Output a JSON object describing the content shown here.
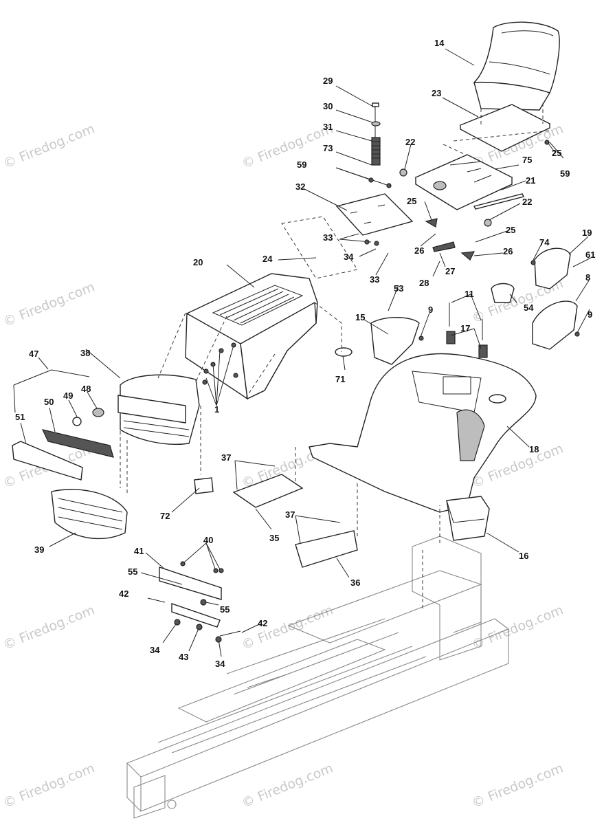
{
  "watermark": {
    "text": "© Firedog.com"
  },
  "callouts": {
    "c1": "1",
    "c8": "8",
    "c9a": "9",
    "c9b": "9",
    "c11": "11",
    "c14": "14",
    "c15": "15",
    "c16": "16",
    "c17": "17",
    "c18": "18",
    "c19": "19",
    "c20": "20",
    "c21": "21",
    "c22a": "22",
    "c22b": "22",
    "c23": "23",
    "c24": "24",
    "c25a": "25",
    "c25b": "25",
    "c25c": "25",
    "c26a": "26",
    "c26b": "26",
    "c27": "27",
    "c28": "28",
    "c29": "29",
    "c30": "30",
    "c31": "31",
    "c32": "32",
    "c33a": "33",
    "c33b": "33",
    "c34a": "34",
    "c34b": "34",
    "c34c": "34",
    "c35": "35",
    "c36": "36",
    "c37a": "37",
    "c37b": "37",
    "c38": "38",
    "c39": "39",
    "c40": "40",
    "c41": "41",
    "c42a": "42",
    "c42b": "42",
    "c43": "43",
    "c47": "47",
    "c48": "48",
    "c49": "49",
    "c50": "50",
    "c51": "51",
    "c53": "53",
    "c54": "54",
    "c55a": "55",
    "c55b": "55",
    "c59a": "59",
    "c59b": "59",
    "c61": "61",
    "c71": "71",
    "c72": "72",
    "c73": "73",
    "c74": "74",
    "c75": "75"
  }
}
